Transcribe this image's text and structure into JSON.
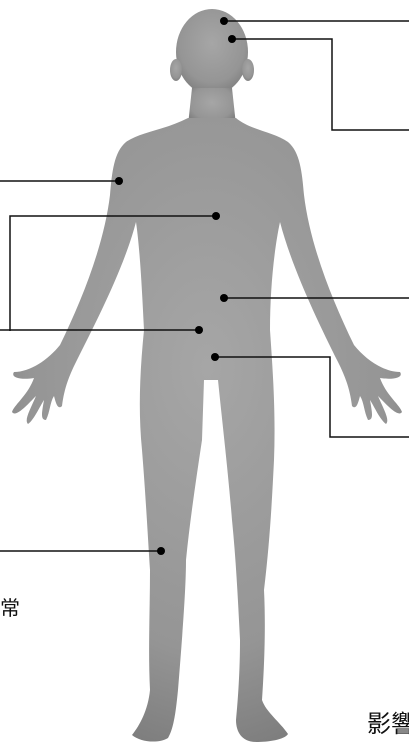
{
  "colors": {
    "background": "#ffffff",
    "figure_light": "#a3a3a3",
    "figure_dark": "#7d7d7d",
    "leader_line": "#111111",
    "marker": "#000000"
  },
  "text_fragments": [
    "常",
    "影響"
  ],
  "callouts": [
    {
      "name": "callout-head-top",
      "side": "right"
    },
    {
      "name": "callout-head",
      "side": "right"
    },
    {
      "name": "callout-shoulder",
      "side": "left"
    },
    {
      "name": "callout-chest",
      "side": "left"
    },
    {
      "name": "callout-lower-abdomen",
      "side": "left"
    },
    {
      "name": "callout-abdomen",
      "side": "right"
    },
    {
      "name": "callout-groin",
      "side": "right"
    },
    {
      "name": "callout-knee",
      "side": "left"
    }
  ]
}
